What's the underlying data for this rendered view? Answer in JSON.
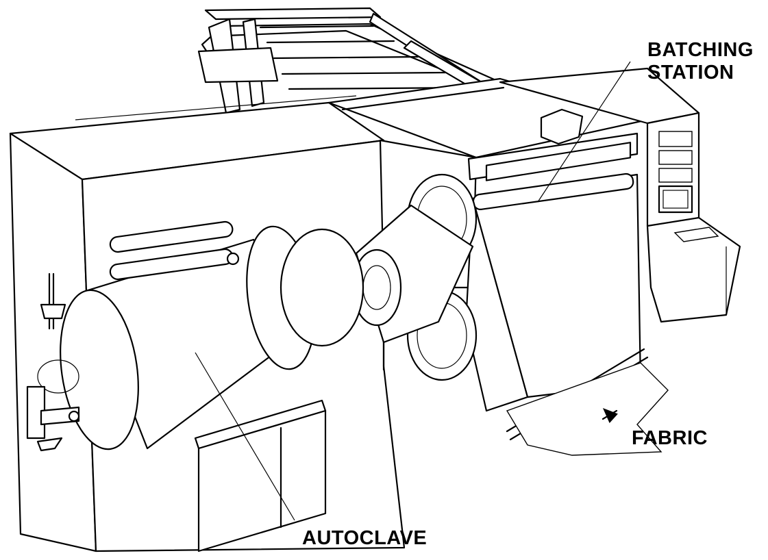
{
  "labels": {
    "batching_line1": "BATCHING",
    "batching_line2": "STATION",
    "fabric": "FABRIC",
    "autoclave": "AUTOCLAVE"
  }
}
